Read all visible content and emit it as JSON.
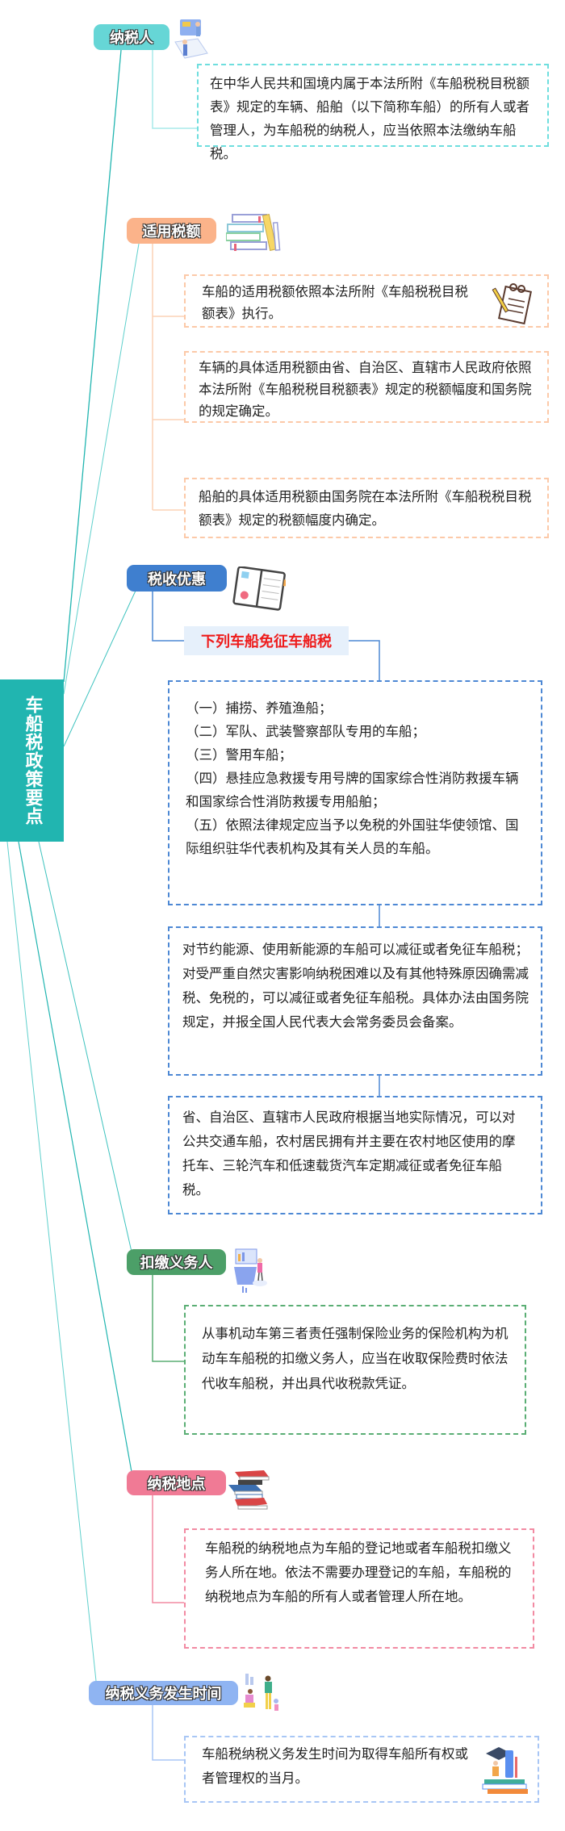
{
  "root": {
    "title": "车船税政策要点",
    "color": "#21b5b0"
  },
  "branches": [
    {
      "label": "纳税人",
      "color": "#66d6d6",
      "icon": "office-people-illustration",
      "items": [
        "在中华人民共和国境内属于本法所附《车船税税目税额表》规定的车辆、船舶（以下简称车船）的所有人或者管理人，为车船税的纳税人，应当依照本法缴纳车船税。"
      ]
    },
    {
      "label": "适用税额",
      "color": "#fbb38a",
      "icon": "books-illustration",
      "items": [
        "车船的适用税额依照本法所附《车船税税目税额表》执行。",
        "车辆的具体适用税额由省、自治区、直辖市人民政府依照本法所附《车船税税目税额表》规定的税额幅度和国务院的规定确定。",
        "船舶的具体适用税额由国务院在本法所附《车船税税目税额表》规定的税额幅度内确定。"
      ],
      "item_icon": "notepad-pencil-icon"
    },
    {
      "label": "税收优惠",
      "color": "#3f7fcf",
      "icon": "notebook-illustration",
      "sub_label": "下列车船免征车船税",
      "sub_label_color": "#ee1c1c",
      "exemptions": [
        "（一）捕捞、养殖渔船；",
        "（二）军队、武装警察部队专用的车船；",
        "（三）警用车船；",
        "（四）悬挂应急救援专用号牌的国家综合性消防救援车辆和国家综合性消防救援专用船舶；",
        "（五）依照法律规定应当予以免税的外国驻华使领馆、国际组织驻华代表机构及其有关人员的车船。"
      ],
      "items": [
        "对节约能源、使用新能源的车船可以减征或者免征车船税；对受严重自然灾害影响纳税困难以及有其他特殊原因确需减税、免税的，可以减征或者免征车船税。具体办法由国务院规定，并报全国人民代表大会常务委员会备案。",
        "省、自治区、直辖市人民政府根据当地实际情况，可以对公共交通车船，农村居民拥有并主要在农村地区使用的摩托车、三轮汽车和低速载货汽车定期减征或者免征车船税。"
      ]
    },
    {
      "label": "扣缴义务人",
      "color": "#4c9f68",
      "icon": "data-analyst-illustration",
      "items": [
        "从事机动车第三者责任强制保险业务的保险机构为机动车车船税的扣缴义务人，应当在收取保险费时依法代收车船税，并出具代收税款凭证。"
      ]
    },
    {
      "label": "纳税地点",
      "color": "#f07a95",
      "icon": "book-stack-illustration",
      "items": [
        "车船税的纳税地点为车船的登记地或者车船税扣缴义务人所在地。依法不需要办理登记的车船，车船税的纳税地点为车船的所有人或者管理人所在地。"
      ]
    },
    {
      "label": "纳税义务发生时间",
      "color": "#8fb4f2",
      "icon": "meeting-people-illustration",
      "items": [
        "车船税纳税义务发生时间为取得车船所有权或者管理权的当月。"
      ],
      "item_icon": "graduation-books-icon"
    }
  ]
}
